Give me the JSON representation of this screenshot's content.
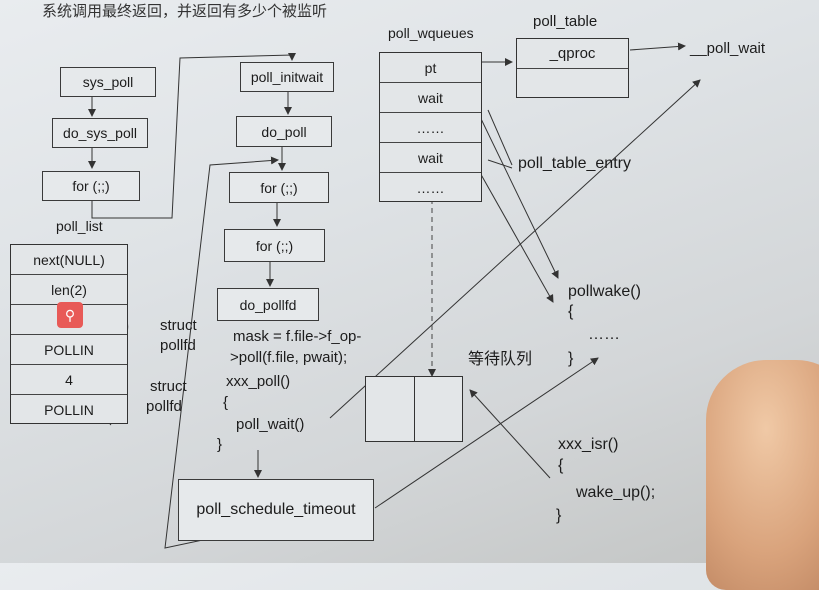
{
  "header": {
    "text": "系统调用最终返回，并返回有多少个被监听"
  },
  "left_chain": {
    "sys_poll": "sys_poll",
    "do_sys_poll": "do_sys_poll",
    "for_loop": "for (;;)"
  },
  "poll_list": {
    "title": "poll_list",
    "rows": [
      "next(NULL)",
      "len(2)",
      "",
      "POLLIN",
      "4",
      "POLLIN"
    ],
    "struct_label_1": "struct",
    "pollfd_label_1": "pollfd",
    "struct_label_2": "struct",
    "pollfd_label_2": "pollfd"
  },
  "middle_chain": {
    "poll_initwait": "poll_initwait",
    "do_poll": "do_poll",
    "for_outer": "for (;;)",
    "for_inner": "for (;;)",
    "do_pollfd": "do_pollfd",
    "code_lines": [
      "mask = f.file->f_op-",
      ">poll(f.file, pwait);",
      "xxx_poll()",
      "{",
      "poll_wait()",
      "}"
    ],
    "poll_schedule_timeout": "poll_schedule_timeout"
  },
  "poll_wqueues": {
    "title": "poll_wqueues",
    "rows": [
      "pt",
      "wait",
      "……",
      "wait",
      "……"
    ]
  },
  "poll_table": {
    "title": "poll_table",
    "rows": [
      "_qproc",
      ""
    ],
    "poll_wait_label": "__poll_wait"
  },
  "poll_table_entry": "poll_table_entry",
  "pollwake": {
    "lines": [
      "pollwake()",
      "{",
      "……",
      "}"
    ]
  },
  "wait_queue": {
    "label": "等待队列"
  },
  "isr": {
    "lines": [
      "xxx_isr()",
      "{",
      "wake_up();",
      "}"
    ]
  }
}
